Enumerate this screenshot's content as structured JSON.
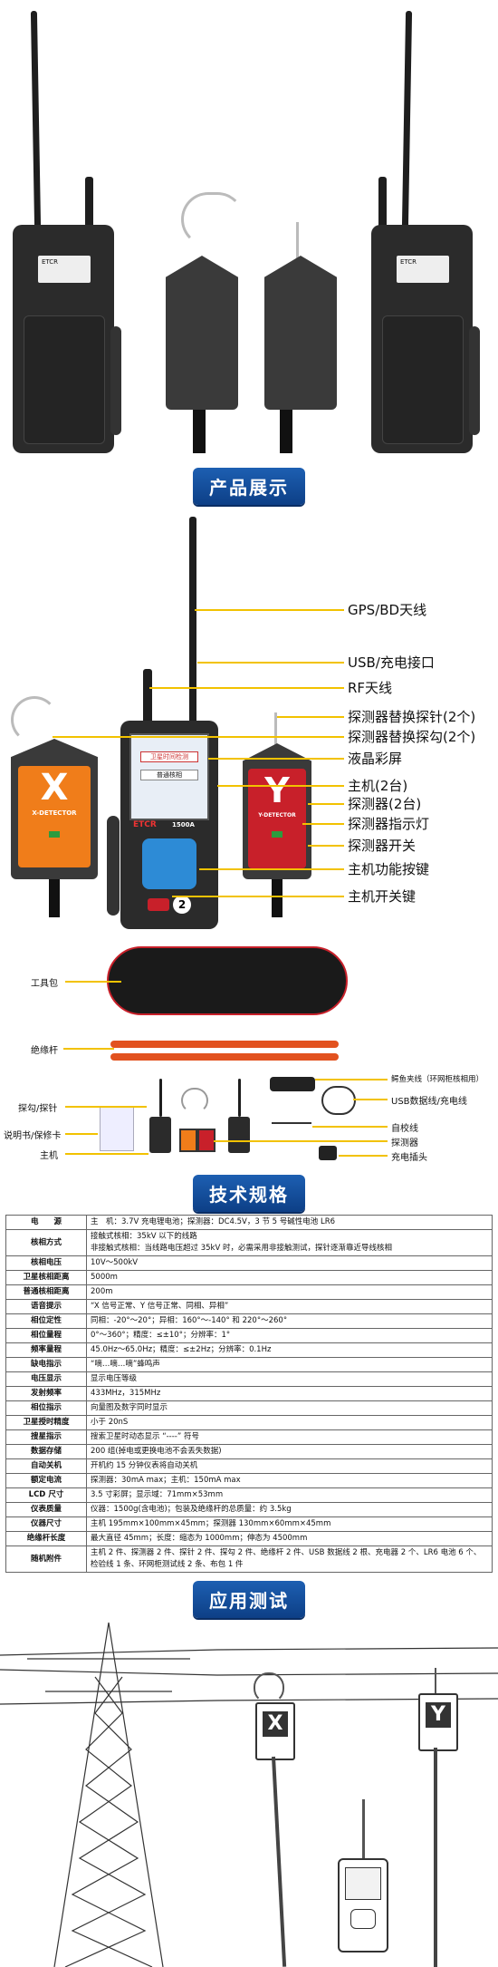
{
  "sections": {
    "display": "产品展示",
    "specs": "技术规格",
    "application": "应用测试"
  },
  "top_devices": {
    "sticker": "ETCR",
    "screen_btn1": "卫星时间检测",
    "screen_btn2": "普通核相",
    "brand": "ETCR",
    "model": "1500A",
    "power_number": "2"
  },
  "callouts": [
    "GPS/BD天线",
    "USB/充电接口",
    "RF天线",
    "探测器替换探针(2个)",
    "探测器替换探勾(2个)",
    "液晶彩屏",
    "主机(2台)",
    "探测器(2台)",
    "探测器指示灯",
    "探测器开关",
    "主机功能按键",
    "主机开关键"
  ],
  "probes": {
    "x_letter": "X",
    "x_text": "X-DETECTOR",
    "y_letter": "Y",
    "y_text": "Y-DETECTOR"
  },
  "accessories": {
    "bag": "工具包",
    "rod": "绝缘杆",
    "clip": "鳄鱼夹线（环网柜核相用）",
    "usb": "USB数据线/充电线",
    "hook": "探勾/探针",
    "manual": "说明书/保修卡",
    "host": "主机",
    "selfcheck": "自校线",
    "detector": "探测器",
    "plug": "充电插头"
  },
  "spec_rows": [
    [
      "电　　源",
      "主　机：3.7V 充电锂电池；探测器：DC4.5V，3 节 5 号碱性电池 LR6"
    ],
    [
      "核相方式",
      "接触式核相：35kV 以下的线路\n非接触式核相：当线路电压超过 35kV 时，必需采用非接触测试，探针逐渐靠近导线核相"
    ],
    [
      "核相电压",
      "10V～500kV"
    ],
    [
      "卫星核相距离",
      "5000m"
    ],
    [
      "普通核相距离",
      "200m"
    ],
    [
      "语音提示",
      "“X 信号正常、Y 信号正常、同相、异相”"
    ],
    [
      "相位定性",
      "同相：-20°～20°；异相：160°～-140° 和 220°～260°"
    ],
    [
      "相位量程",
      "0°～360°；精度：≤±10°；分辨率：1°"
    ],
    [
      "频率量程",
      "45.0Hz～65.0Hz；精度：≤±2Hz；分辨率：0.1Hz"
    ],
    [
      "缺电指示",
      "“嘀…嘀…嘀”蜂鸣声"
    ],
    [
      "电压显示",
      "显示电压等级"
    ],
    [
      "发射频率",
      "433MHz，315MHz"
    ],
    [
      "相位指示",
      "向量图及数字同时显示"
    ],
    [
      "卫星授时精度",
      "小于 20nS"
    ],
    [
      "搜星指示",
      "搜索卫星时动态显示 “----” 符号"
    ],
    [
      "数据存储",
      "200 组(掉电或更换电池不会丢失数据)"
    ],
    [
      "自动关机",
      "开机约 15 分钟仪表将自动关机"
    ],
    [
      "额定电流",
      "探测器：30mA max；主机：150mA max"
    ],
    [
      "LCD 尺寸",
      "3.5 寸彩屏；显示域：71mm×53mm"
    ],
    [
      "仪表质量",
      "仪器：1500g(含电池)；包装及绝缘杆的总质量：约 3.5kg"
    ],
    [
      "仪器尺寸",
      "主机 195mm×100mm×45mm；探测器 130mm×60mm×45mm"
    ],
    [
      "绝缘杆长度",
      "最大直径 45mm；长度：缩态为 1000mm；伸态为 4500mm"
    ],
    [
      "随机附件",
      "主机 2 件、探测器 2 件、探针 2 件、探勾 2 件、绝缘杆 2 件、USB 数据线 2 根、充电器 2 个、LR6 电池 6 个、检验线 1 条、环网柜测试线 2 条、布包 1 件"
    ]
  ],
  "colors": {
    "title_blue": "#1d5fb2",
    "leader_yellow": "#f2c200",
    "probe_x": "#f07d1a",
    "probe_y": "#c8202a",
    "key_blue": "#2d8bd6"
  }
}
